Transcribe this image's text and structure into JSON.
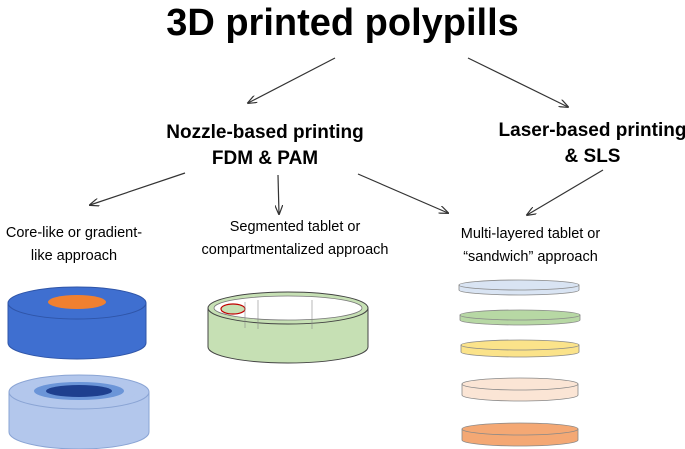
{
  "title": "3D printed polypills",
  "nozzle": {
    "line1": "Nozzle-based printing",
    "line2": "FDM & PAM"
  },
  "laser": {
    "line1": "Laser-based printing",
    "line2": "& SLS"
  },
  "approaches": {
    "core": {
      "line1": "Core-like or gradient-",
      "line2": "like approach"
    },
    "segmented": {
      "line1": "Segmented tablet or",
      "line2": "compartmentalized approach"
    },
    "layered": {
      "line1": "Multi-layered tablet or",
      "line2": "“sandwich” approach"
    }
  },
  "colors": {
    "core_dark_outer": "#3f6fd0",
    "core_orange": "#f08030",
    "gradient_outer": "#b3c7ec",
    "gradient_mid": "#6b95d8",
    "gradient_inner": "#1e3f8f",
    "segmented_green": "#c6e0b4",
    "layer_blue": "#d9e4f3",
    "layer_green": "#b7d8a4",
    "layer_yellow": "#fbe38a",
    "layer_peach": "#fbe5d5",
    "layer_orange": "#f4a874"
  }
}
